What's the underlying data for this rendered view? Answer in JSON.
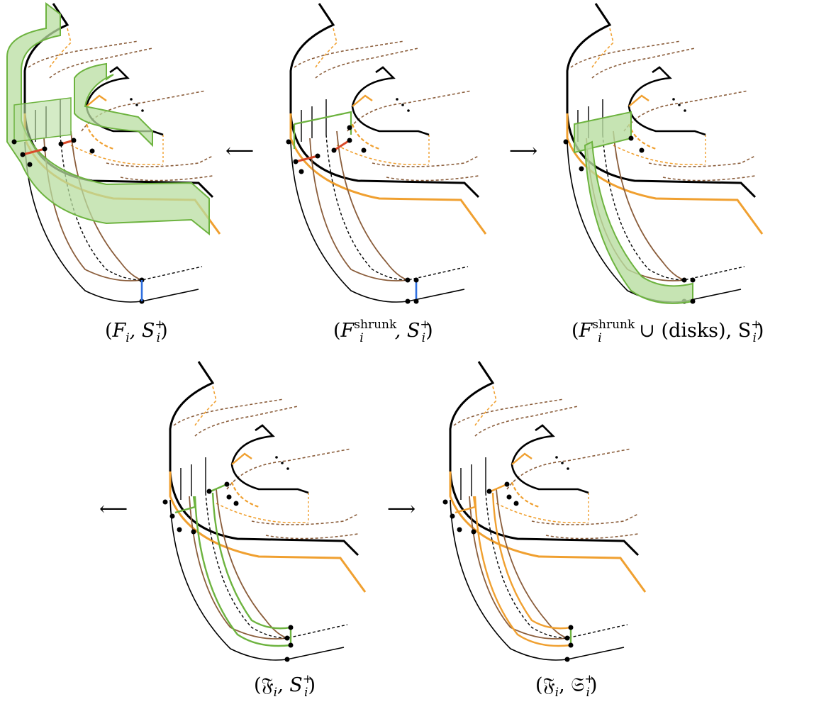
{
  "colors": {
    "black": "#000000",
    "orange": "#F0A030",
    "brown": "#8B5E3C",
    "green": "#6DB33F",
    "green_fill": "#B8DDA0",
    "red": "#D94A2A",
    "blue": "#2F6FE0",
    "background": "#FFFFFF"
  },
  "arrows": {
    "left": "⟵",
    "right": "⟶"
  },
  "panels": [
    {
      "id": "F_i",
      "caption": {
        "open": "(",
        "main": "F",
        "sub": "i",
        "mid": ", S",
        "sup2": "+",
        "sub2": "i",
        "close": ")"
      },
      "green_surfaces": true,
      "red_arcs": true,
      "blue_arc": true
    },
    {
      "id": "F_shrunk",
      "caption": {
        "open": "(",
        "main": "F",
        "sub": "i",
        "sup": "shrunk",
        "mid": ", S",
        "sup2": "+",
        "sub2": "i",
        "close": ")"
      },
      "green_box_outline": true,
      "red_arcs": true,
      "blue_arc": true
    },
    {
      "id": "F_shrunk_disks",
      "caption": {
        "open": "(",
        "main": "F",
        "sub": "i",
        "sup": "shrunk",
        "mid": " ∪ (disks), S",
        "sup2": "+",
        "sub2": "i",
        "close": ")"
      },
      "green_box_filled": true,
      "green_strip": true
    },
    {
      "id": "frakF_S",
      "caption": {
        "open": "(",
        "main": "𝔉",
        "sub": "i",
        "mid": ", S",
        "sup2": "+",
        "sub2": "i",
        "close": ")"
      },
      "green_curves": true
    },
    {
      "id": "frakF_frakS",
      "caption": {
        "open": "(",
        "main": "𝔉",
        "sub": "i",
        "mid": ", 𝔖",
        "sup2": "+",
        "sub2": "i",
        "close": ")"
      },
      "orange_curves": true
    }
  ]
}
